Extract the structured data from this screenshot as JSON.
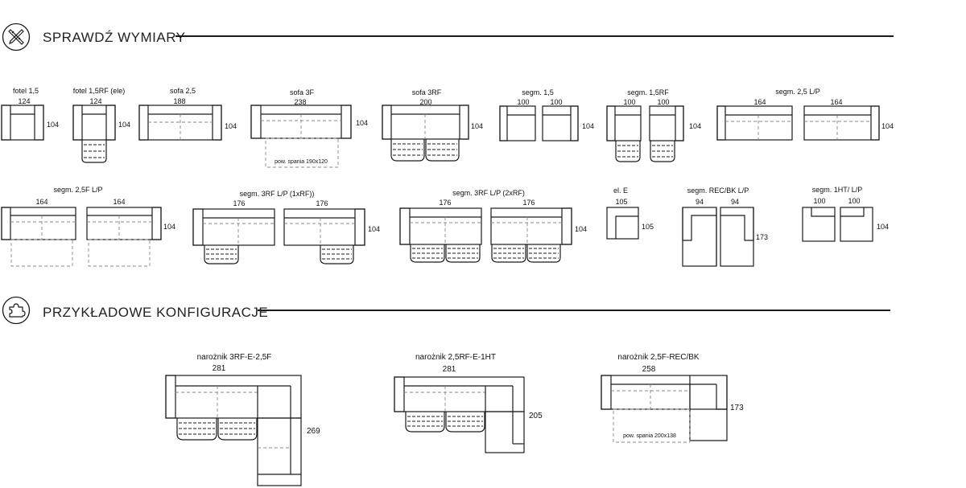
{
  "sections": {
    "dimensions_title": "SPRAWDŹ WYMIARY",
    "configs_title": "PRZYKŁADOWE KONFIGURACJE",
    "dimensions_icon": "ruler-pencil-icon",
    "configs_icon": "puzzle-icon"
  },
  "modules": {
    "fotel_15": {
      "name": "fotel 1,5",
      "width": "124",
      "depth": "104"
    },
    "fotel_15rf": {
      "name": "fotel 1,5RF (ele)",
      "width": "124",
      "depth": "104"
    },
    "sofa_25": {
      "name": "sofa 2,5",
      "width": "188",
      "depth": "104"
    },
    "sofa_3f": {
      "name": "sofa 3F",
      "width": "238",
      "depth": "104",
      "sleep": "pow. spania 190x120"
    },
    "sofa_3rf": {
      "name": "sofa 3RF",
      "width": "200",
      "depth": "104"
    },
    "segm_15": {
      "name": "segm. 1,5",
      "width_a": "100",
      "width_b": "100",
      "depth": "104"
    },
    "segm_15rf": {
      "name": "segm. 1,5RF",
      "width_a": "100",
      "width_b": "100",
      "depth": "104"
    },
    "segm_25lp": {
      "name": "segm. 2,5 L/P",
      "width_a": "164",
      "width_b": "164",
      "depth": "104"
    },
    "segm_25flp": {
      "name": "segm. 2,5F L/P",
      "width_a": "164",
      "width_b": "164",
      "depth": "104"
    },
    "segm_3rf_1x": {
      "name": "segm. 3RF L/P (1xRF))",
      "width_a": "176",
      "width_b": "176",
      "depth": "104"
    },
    "segm_3rf_2x": {
      "name": "segm. 3RF L/P (2xRF)",
      "width_a": "176",
      "width_b": "176",
      "depth": "104"
    },
    "el_e": {
      "name": "el. E",
      "width": "105",
      "depth": "105"
    },
    "segm_rec": {
      "name": "segm. REC/BK L/P",
      "width_a": "94",
      "width_b": "94",
      "depth": "173"
    },
    "segm_1ht": {
      "name": "segm. 1HT/ L/P",
      "width_a": "100",
      "width_b": "100",
      "depth": "104"
    }
  },
  "configs": {
    "c1": {
      "name": "narożnik 3RF-E-2,5F",
      "width": "281",
      "depth": "269"
    },
    "c2": {
      "name": "narożnik 2,5RF-E-1HT",
      "width": "281",
      "depth": "205"
    },
    "c3": {
      "name": "narożnik 2,5F-REC/BK",
      "width": "258",
      "depth": "173",
      "sleep": "pow. spania 200x138"
    }
  }
}
